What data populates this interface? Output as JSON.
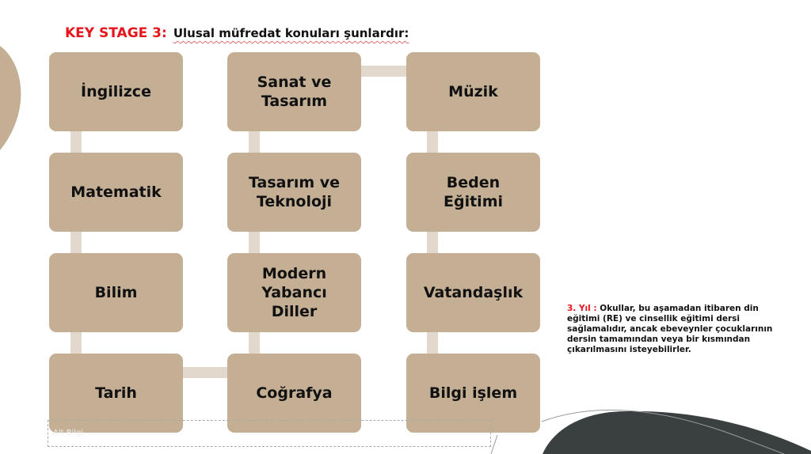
{
  "title": {
    "prefix": "KEY STAGE 3:",
    "text": "Ulusal müfredat konuları şunlardır:"
  },
  "subjects": [
    [
      "İngilizce",
      "Matematik",
      "Bilim",
      "Tarih"
    ],
    [
      "Sanat ve Tasarım",
      "Tasarım ve Teknoloji",
      "Modern Yabancı Diller",
      "Coğrafya"
    ],
    [
      "Müzik",
      "Beden Eğitimi",
      "Vatandaşlık",
      "Bilgi işlem"
    ]
  ],
  "note": {
    "label": "3. Yıl :",
    "text": "Okullar, bu aşamadan itibaren din eğitimi (RE) ve cinsellik eğitimi dersi sağlamalıdır, ancak ebeveynler çocuklarının dersin tamamından veya bir kısmından çıkarılmasını isteyebilirler."
  },
  "footer": {
    "placeholder": "Alt Bilgi"
  },
  "colors": {
    "box": "#c4af95",
    "accent": "#e8141b",
    "dark_shape": "#3a3f40"
  }
}
